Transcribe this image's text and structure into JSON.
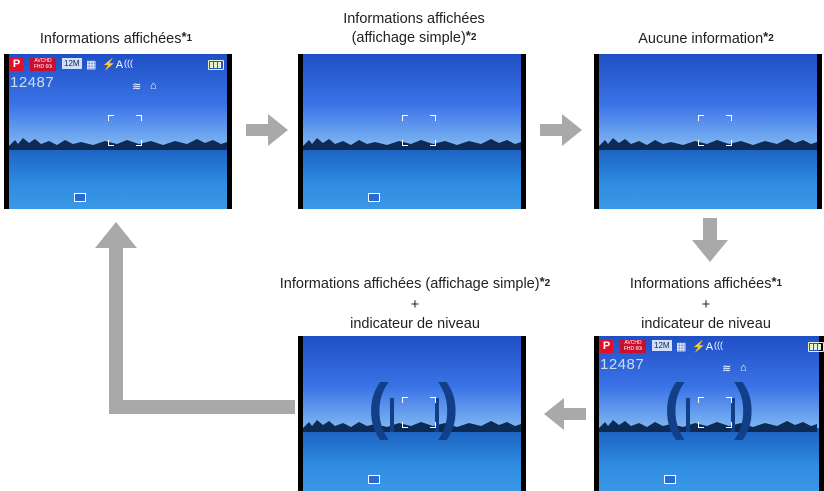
{
  "captions": {
    "c1": {
      "text": "Informations affichées",
      "note": "*1"
    },
    "c2": {
      "line1": "Informations affichées",
      "line2": "(affichage simple)",
      "note": "*2"
    },
    "c3": {
      "text": "Aucune information",
      "note": "*2"
    },
    "c4": {
      "line1": "Informations affichées",
      "note": "*1",
      "plus": "+",
      "line3": "indicateur de niveau"
    },
    "c5": {
      "line1": "Informations affichées (affichage simple)",
      "note": "*2",
      "plus": "+",
      "line3": "indicateur de niveau"
    }
  },
  "hud": {
    "mode": "P",
    "avchd_top": "AVCHD",
    "avchd_bottom": "FHD 60i",
    "quality": "12M",
    "shots_remaining": "12487",
    "flash": "⚡A",
    "stabilizer": "(((",
    "af_icon": "≋"
  },
  "colors": {
    "arrow": "#a9a9a9",
    "mode_bg": "#e0102a",
    "level": "#123f88"
  }
}
